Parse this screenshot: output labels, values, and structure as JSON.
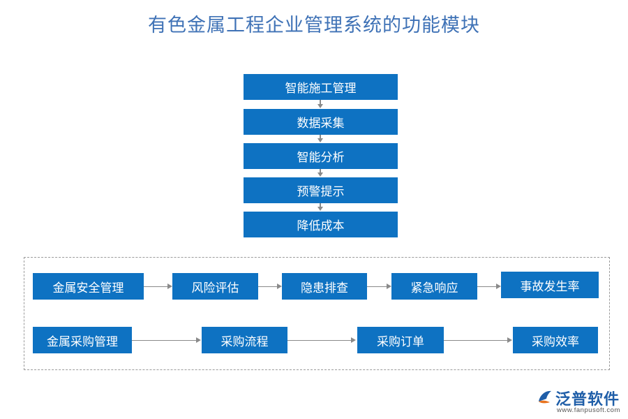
{
  "title": "有色金属工程企业管理系统的功能模块",
  "flow": [
    "智能施工管理",
    "数据采集",
    "智能分析",
    "预警提示",
    "降低成本"
  ],
  "row1": [
    "金属安全管理",
    "风险评估",
    "隐患排查",
    "紧急响应",
    "事故发生率"
  ],
  "row2": [
    "金属采购管理",
    "采购流程",
    "采购订单",
    "采购效率"
  ],
  "logo": {
    "name": "泛普软件",
    "url": "www.fanpusoft.com"
  },
  "colors": {
    "box": "#0e72c2",
    "title": "#3f72b6",
    "arrow": "#8a8a8a"
  }
}
